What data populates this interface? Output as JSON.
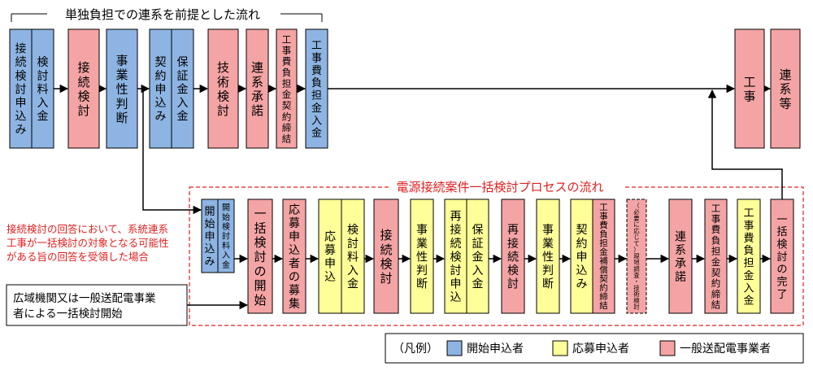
{
  "colors": {
    "applicant": "#8db4e2",
    "respondent": "#ffff99",
    "utility": "#f4a4a4",
    "process_frame": "#e02020",
    "note_text": "#e02020",
    "line": "#000000"
  },
  "flow_title": "単独負担での連系を前提とした流れ",
  "process_title": "電源接続案件一括検討プロセスの流れ",
  "boxes": {
    "a1": "接続検討申込み",
    "a2": "検討料入金",
    "a3": "接続検討",
    "a4": "事業性判断",
    "a5": "契約申込み",
    "a6": "保証金入金",
    "a7": "技術検討",
    "a8": "連系承諾",
    "a9": "工事費負担金契約締結",
    "a10": "工事費負担金入金",
    "a11": "工事",
    "a12": "連系等",
    "b1": "開始申込み",
    "b2": "開始検討料入金",
    "b3": "一括検討の開始",
    "b4": "応募申込者の募集",
    "b5": "応募申込",
    "b6": "検討料入金",
    "b7": "接続検討",
    "b8": "事業性判断",
    "b9": "再接続検討申込",
    "b10": "保証金入金",
    "b11": "再接続検討",
    "b12": "事業性判断",
    "b13": "契約申込み",
    "b14": "工事費負担金補償契約締結",
    "b15": "（必要に応じて）現地調査・技術検討",
    "b16": "連系承諾",
    "b17": "工事費負担金契約締結",
    "b18": "工事費負担金入金",
    "b19": "一括検討の完了"
  },
  "note_red": [
    "接続検討の回答において、系統連系",
    "工事が一括検討の対象となる可能性",
    "がある旨の回答を受領した場合"
  ],
  "note_box": [
    "広域機関又は一般送配電事業",
    "者による一括検討開始"
  ],
  "legend": {
    "title": "（凡例）",
    "applicant": "開始申込者",
    "respondent": "応募申込者",
    "utility": "一般送配電事業者"
  }
}
